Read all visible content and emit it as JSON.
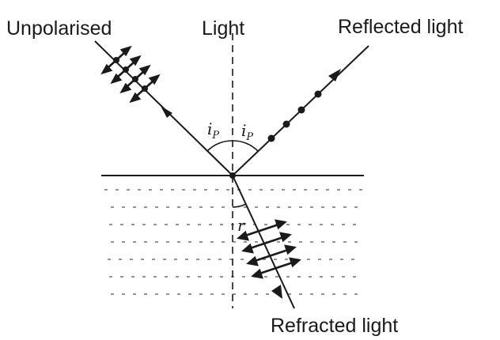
{
  "labels": {
    "unpolarised": "Unpolarised",
    "light": "Light",
    "reflected": "Reflected light",
    "refracted": "Refracted light"
  },
  "angles": {
    "incident_symbol": "i",
    "incident_sub": "P",
    "reflected_symbol": "i",
    "reflected_sub": "P",
    "refracted_symbol": "r"
  },
  "colors": {
    "ink": "#1a1a1a",
    "background": "#ffffff"
  }
}
